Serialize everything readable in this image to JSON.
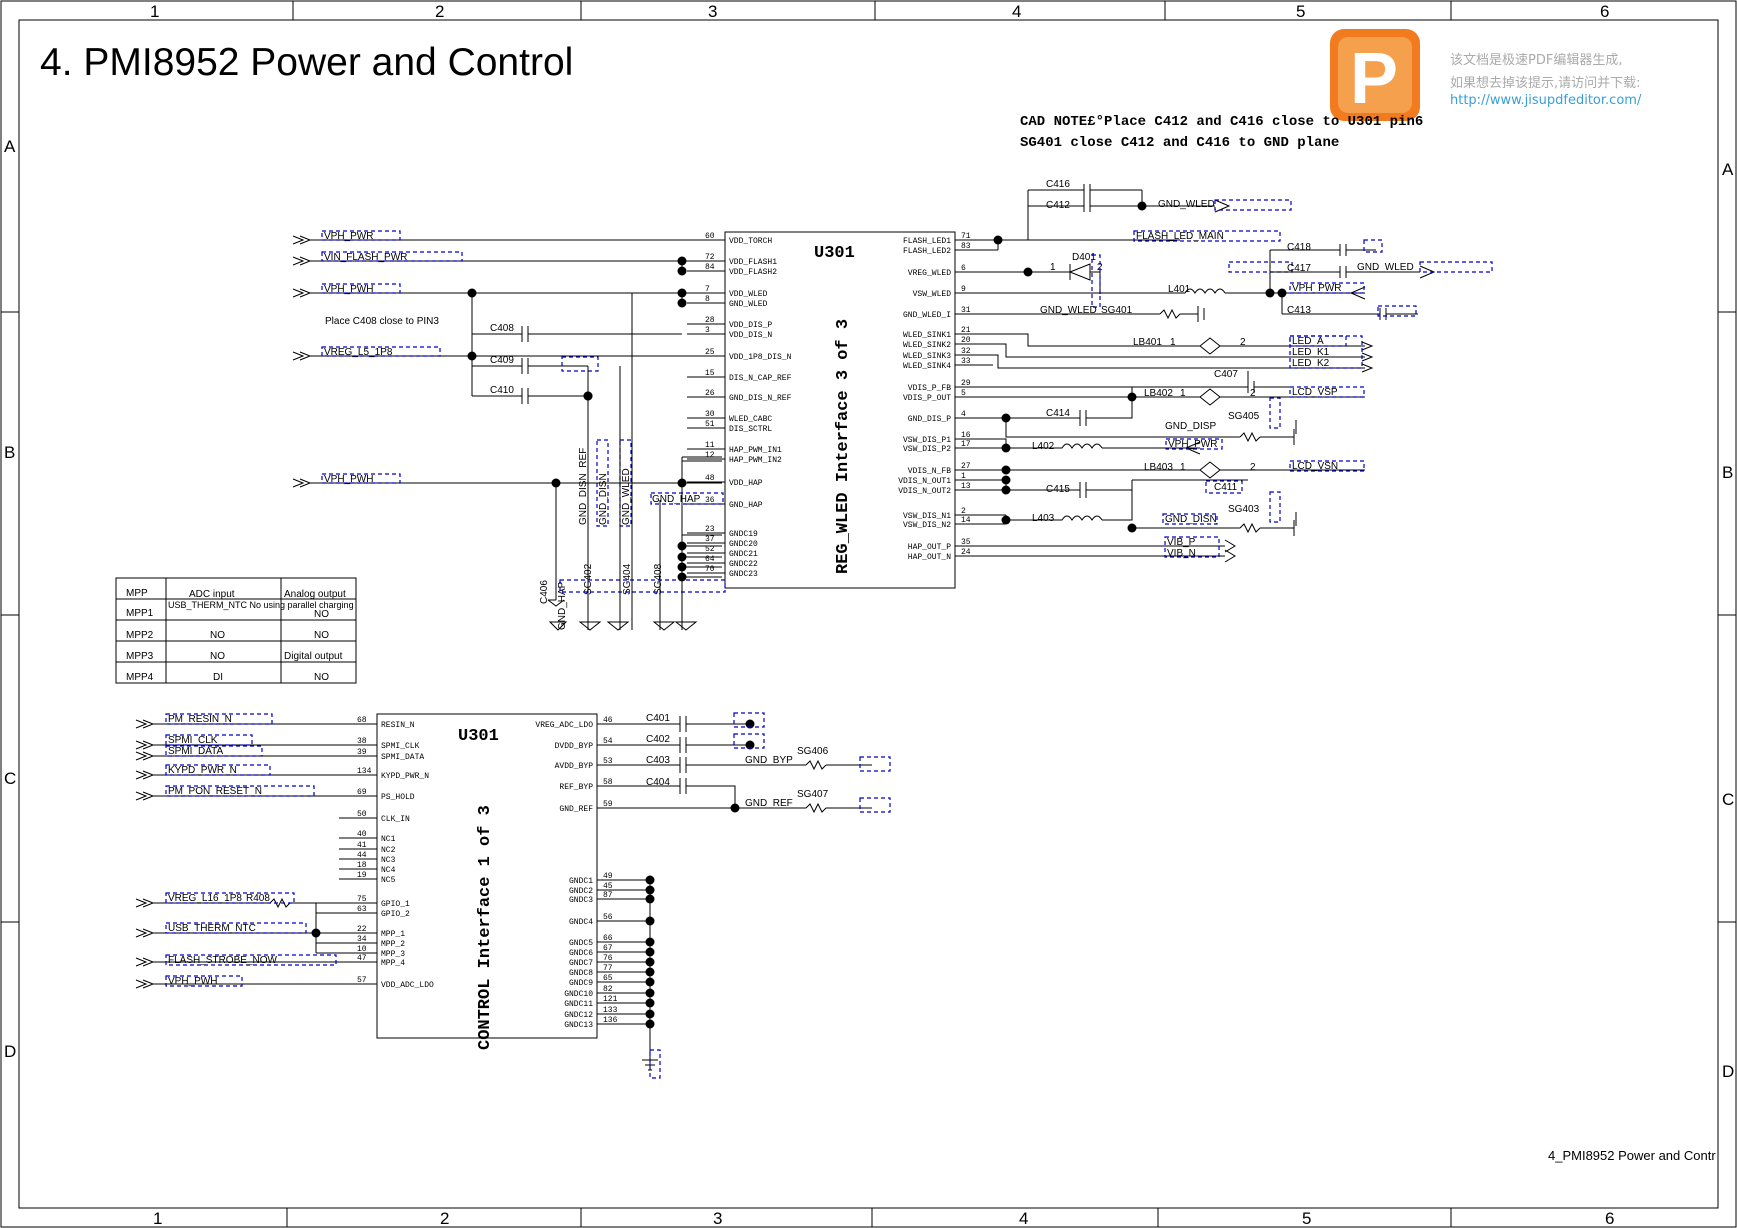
{
  "title": "4. PMI8952 Power and Control",
  "footer": "4_PMI8952 Power and Contr",
  "watermark": {
    "line1": "该文档是极速PDF编辑器生成,",
    "line2": "如果想去掉该提示,请访问并下载:",
    "url": "http://www.jisupdfeditor.com/"
  },
  "cad_note": {
    "line1": "CAD NOTE£°Place C412 and C416 close to U301 pin6",
    "line2": "SG401 close C412 and C416 to GND plane"
  },
  "grid": {
    "columns": [
      "1",
      "2",
      "3",
      "4",
      "5",
      "6"
    ],
    "rows": [
      "A",
      "B",
      "C",
      "D"
    ]
  },
  "place_note": "Place C408 close to PIN3",
  "u301_wled": {
    "refdes": "U301",
    "name": "REG_WLED Interface 3 of 3",
    "left_pins": [
      {
        "num": "60",
        "name": "VDD_TORCH"
      },
      {
        "num": "72",
        "name": "VDD_FLASH1"
      },
      {
        "num": "84",
        "name": "VDD_FLASH2"
      },
      {
        "num": "7",
        "name": "VDD_WLED"
      },
      {
        "num": "8",
        "name": "GND_WLED"
      },
      {
        "num": "28",
        "name": "VDD_DIS_P"
      },
      {
        "num": "3",
        "name": "VDD_DIS_N"
      },
      {
        "num": "25",
        "name": "VDD_1P8_DIS_N"
      },
      {
        "num": "15",
        "name": "DIS_N_CAP_REF"
      },
      {
        "num": "26",
        "name": "GND_DIS_N_REF"
      },
      {
        "num": "30",
        "name": "WLED_CABC"
      },
      {
        "num": "51",
        "name": "DIS_SCTRL"
      },
      {
        "num": "11",
        "name": "HAP_PWM_IN1"
      },
      {
        "num": "12",
        "name": "HAP_PWM_IN2"
      },
      {
        "num": "48",
        "name": "VDD_HAP"
      },
      {
        "num": "36",
        "name": "GND_HAP"
      },
      {
        "num": "23",
        "name": "GNDC19"
      },
      {
        "num": "37",
        "name": "GNDC20"
      },
      {
        "num": "52",
        "name": "GNDC21"
      },
      {
        "num": "64",
        "name": "GNDC22"
      },
      {
        "num": "70",
        "name": "GNDC23"
      }
    ],
    "right_pins": [
      {
        "num": "71",
        "name": "FLASH_LED1"
      },
      {
        "num": "83",
        "name": "FLASH_LED2"
      },
      {
        "num": "6",
        "name": "VREG_WLED"
      },
      {
        "num": "9",
        "name": "VSW_WLED"
      },
      {
        "num": "31",
        "name": "GND_WLED_I"
      },
      {
        "num": "21",
        "name": "WLED_SINK1"
      },
      {
        "num": "20",
        "name": "WLED_SINK2"
      },
      {
        "num": "32",
        "name": "WLED_SINK3"
      },
      {
        "num": "33",
        "name": "WLED_SINK4"
      },
      {
        "num": "29",
        "name": "VDIS_P_FB"
      },
      {
        "num": "5",
        "name": "VDIS_P_OUT"
      },
      {
        "num": "4",
        "name": "GND_DIS_P"
      },
      {
        "num": "16",
        "name": "VSW_DIS_P1"
      },
      {
        "num": "17",
        "name": "VSW_DIS_P2"
      },
      {
        "num": "27",
        "name": "VDIS_N_FB"
      },
      {
        "num": "1",
        "name": "VDIS_N_OUT1"
      },
      {
        "num": "13",
        "name": "VDIS_N_OUT2"
      },
      {
        "num": "2",
        "name": "VSW_DIS_N1"
      },
      {
        "num": "14",
        "name": "VSW_DIS_N2"
      },
      {
        "num": "35",
        "name": "HAP_OUT_P"
      },
      {
        "num": "24",
        "name": "HAP_OUT_N"
      }
    ]
  },
  "u301_ctrl": {
    "refdes": "U301",
    "name": "CONTROL Interface 1 of 3",
    "left_pins": [
      {
        "num": "68",
        "name": "RESIN_N"
      },
      {
        "num": "38",
        "name": "SPMI_CLK"
      },
      {
        "num": "39",
        "name": "SPMI_DATA"
      },
      {
        "num": "134",
        "name": "KYPD_PWR_N"
      },
      {
        "num": "69",
        "name": "PS_HOLD"
      },
      {
        "num": "50",
        "name": "CLK_IN"
      },
      {
        "num": "40",
        "name": "NC1"
      },
      {
        "num": "41",
        "name": "NC2"
      },
      {
        "num": "44",
        "name": "NC3"
      },
      {
        "num": "18",
        "name": "NC4"
      },
      {
        "num": "19",
        "name": "NC5"
      },
      {
        "num": "75",
        "name": "GPIO_1"
      },
      {
        "num": "63",
        "name": "GPIO_2"
      },
      {
        "num": "22",
        "name": "MPP_1"
      },
      {
        "num": "34",
        "name": "MPP_2"
      },
      {
        "num": "10",
        "name": "MPP_3"
      },
      {
        "num": "47",
        "name": "MPP_4"
      },
      {
        "num": "57",
        "name": "VDD_ADC_LDO"
      }
    ],
    "right_pins": [
      {
        "num": "46",
        "name": "VREG_ADC_LDO"
      },
      {
        "num": "54",
        "name": "DVDD_BYP"
      },
      {
        "num": "53",
        "name": "AVDD_BYP"
      },
      {
        "num": "58",
        "name": "REF_BYP"
      },
      {
        "num": "59",
        "name": "GND_REF"
      },
      {
        "num": "49",
        "name": "GNDC1"
      },
      {
        "num": "45",
        "name": "GNDC2"
      },
      {
        "num": "87",
        "name": "GNDC3"
      },
      {
        "num": "56",
        "name": "GNDC4"
      },
      {
        "num": "66",
        "name": "GNDC5"
      },
      {
        "num": "67",
        "name": "GNDC6"
      },
      {
        "num": "76",
        "name": "GNDC7"
      },
      {
        "num": "77",
        "name": "GNDC8"
      },
      {
        "num": "65",
        "name": "GNDC9"
      },
      {
        "num": "82",
        "name": "GNDC10"
      },
      {
        "num": "121",
        "name": "GNDC11"
      },
      {
        "num": "133",
        "name": "GNDC12"
      },
      {
        "num": "136",
        "name": "GNDC13"
      }
    ]
  },
  "nets_left_top": [
    "VPH_PWR",
    "VIN_FLASH_PWR",
    "VPH_PWH",
    "VREG_L5_1P8",
    "VPH_PWH"
  ],
  "nets_left_bottom": [
    "PM_RESIN_N",
    "SPMI_CLK",
    "SPMI_DATA",
    "KYPD_PWR_N",
    "PM_PON_RESET_N",
    "VREG_L16_1P8",
    "USB_THERM_NTC",
    "FLASH_STROBE_NOW",
    "VPH_PWH"
  ],
  "r408": "R408",
  "nets_right": [
    "GND_WLED",
    "FLASH_LED_MAIN",
    "VPH_PWR",
    "GND_WLED",
    "LED_A",
    "LED_K1",
    "LED_K2",
    "LCD_VSP",
    "VPH_PWR",
    "LCD_VSN",
    "GND_DISN",
    "VIB_P",
    "VIB_N"
  ],
  "components": {
    "C416": "C416",
    "C412": "C412",
    "D401": "D401",
    "L401": "L401",
    "SG401": "SG401",
    "GND_WLED_label": "GND_WLED",
    "C418": "C418",
    "C417": "C417",
    "C413": "C413",
    "LB401": "LB401",
    "C407": "C407",
    "LB402": "LB402",
    "C414": "C414",
    "SG405": "SG405",
    "GND_DISP": "GND_DISP",
    "L402": "L402",
    "LB403": "LB403",
    "C411": "C411",
    "C415": "C415",
    "SG403": "SG403",
    "L403": "L403",
    "C408": "C408",
    "C409": "C409",
    "C410": "C410",
    "C406": "C406",
    "SG402": "SG402",
    "SG404": "SG404",
    "SG408": "SG408",
    "GND_DISN_REF": "GND_DISN_REF",
    "GND_DISN": "GND_DISN",
    "GND_WLED_v": "GND_WLED",
    "GND_HAP": "GND_HAP",
    "GND_HAP_v": "GND_HAP",
    "C401": "C401",
    "C402": "C402",
    "C403": "C403",
    "C404": "C404",
    "SG406": "SG406",
    "SG407": "SG407",
    "GND_BYP": "GND_BYP",
    "GND_REF": "GND_REF"
  },
  "mpp_table": {
    "headers": [
      "MPP",
      "ADC input",
      "Analog output"
    ],
    "rows": [
      [
        "MPP1",
        "USB_THERM_NTC No using parallel charging",
        "NO"
      ],
      [
        "MPP2",
        "NO",
        "NO"
      ],
      [
        "MPP3",
        "NO",
        "Digital output"
      ],
      [
        "MPP4",
        "DI",
        "NO"
      ]
    ]
  }
}
